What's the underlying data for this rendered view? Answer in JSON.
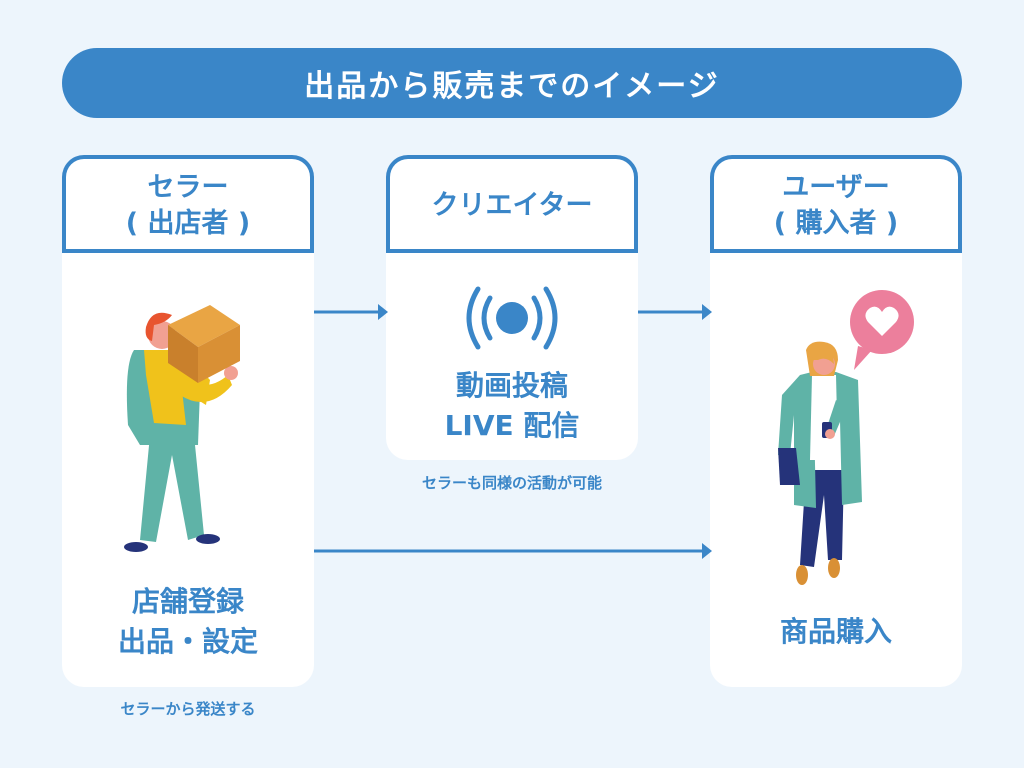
{
  "title": "出品から販売までのイメージ",
  "seller": {
    "heading_line1": "セラー",
    "heading_line2": "( 出店者 )",
    "action_line1": "店舗登録",
    "action_line2": "出品・設定",
    "note": "セラーから発送する",
    "illustration": "delivery-person-carrying-box"
  },
  "creator": {
    "heading": "クリエイター",
    "action_line1": "動画投稿",
    "action_line2": "LIVE 配信",
    "note": "セラーも同様の活動が可能",
    "icon": "live-broadcast-icon"
  },
  "user": {
    "heading_line1": "ユーザー",
    "heading_line2": "( 購入者 )",
    "action": "商品購入",
    "illustration": "woman-with-smartphone-and-heart-bubble"
  },
  "colors": {
    "primary": "#3a86c8",
    "background": "#edf5fc",
    "card": "#ffffff",
    "heart_bubble": "#ec7f9c"
  }
}
